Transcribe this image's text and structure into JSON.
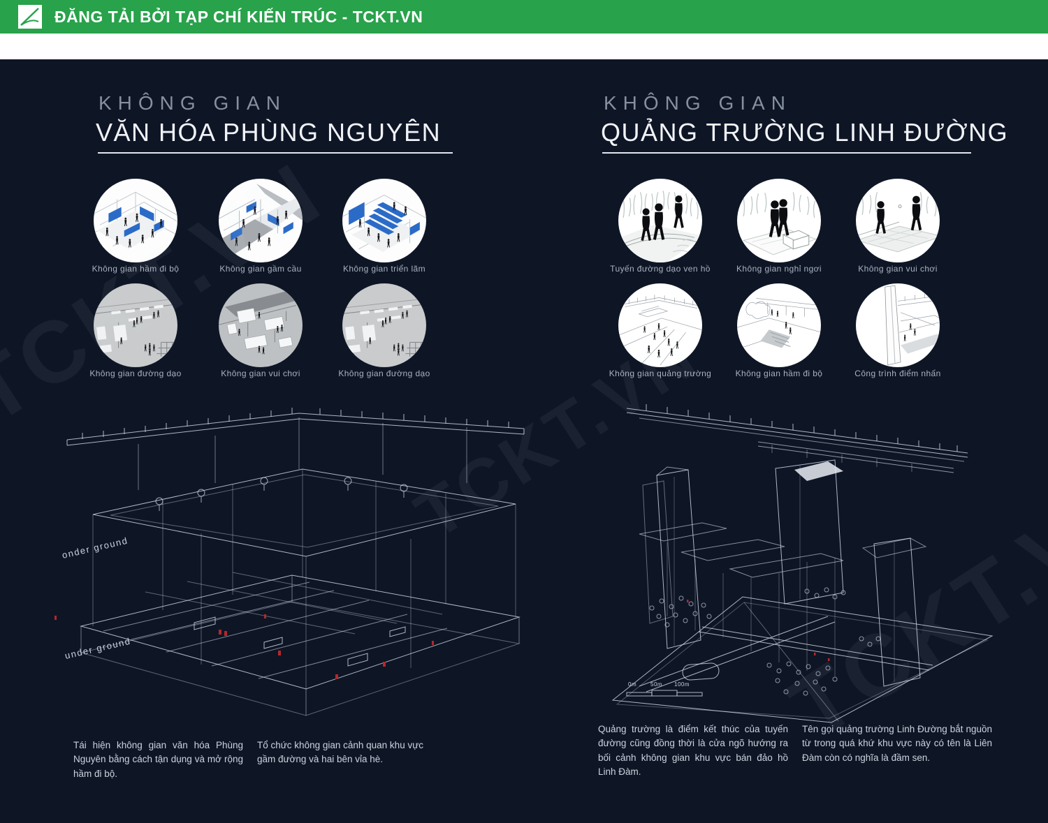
{
  "header": {
    "bar_label": "ĐĂNG TẢI BỞI TẠP CHÍ KIẾN TRÚC - TCKT.VN"
  },
  "watermark": {
    "text": "TCKT.VN"
  },
  "left_panel": {
    "title_line1": "KHÔNG GIAN",
    "title_line2": "VĂN HÓA PHÙNG NGUYÊN",
    "vignettes": [
      {
        "label": "Không gian hầm đi bộ"
      },
      {
        "label": "Không gian gầm cầu"
      },
      {
        "label": "Không gian triển lãm"
      },
      {
        "label": "Không gian đường dạo"
      },
      {
        "label": "Không gian vui chơi"
      },
      {
        "label": "Không gian đường dạo"
      }
    ],
    "drawing_annotations": {
      "upper": "onder ground",
      "lower": "under ground"
    },
    "captions": [
      "Tái hiện không gian văn hóa Phùng Nguyên bằng cách tận dụng và mở rộng hầm đi bộ.",
      "Tổ chức không gian cảnh quan khu vực gầm đường và hai bên vỉa hè."
    ]
  },
  "right_panel": {
    "title_line1": "KHÔNG GIAN",
    "title_line2": "QUẢNG TRƯỜNG LINH ĐƯỜNG",
    "vignettes": [
      {
        "label": "Tuyến đường dạo ven hồ"
      },
      {
        "label": "Không gian nghỉ ngơi"
      },
      {
        "label": "Không gian vui chơi"
      },
      {
        "label": "Không gian quảng trường"
      },
      {
        "label": "Không gian hầm đi bộ"
      },
      {
        "label": "Công trình điểm nhấn"
      }
    ],
    "drawing_scale": {
      "s0": "0m",
      "s1": "50m",
      "s2": "100m"
    },
    "captions": [
      "Quảng trường là điểm kết thúc của tuyến đường cũng đồng thời là cửa ngõ hướng ra bối cảnh không gian khu vực bán đảo hồ Linh Đàm.",
      "Tên gọi quảng trường Linh Đường bắt nguồn từ trong quá khứ khu vực này có tên là Liên Đàm còn có nghĩa là đầm sen."
    ]
  },
  "colors": {
    "header_green": "#28a24b",
    "board_navy": "#0e1626",
    "accent_blue": "#2b6bc8",
    "accent_red": "#b5272c"
  }
}
